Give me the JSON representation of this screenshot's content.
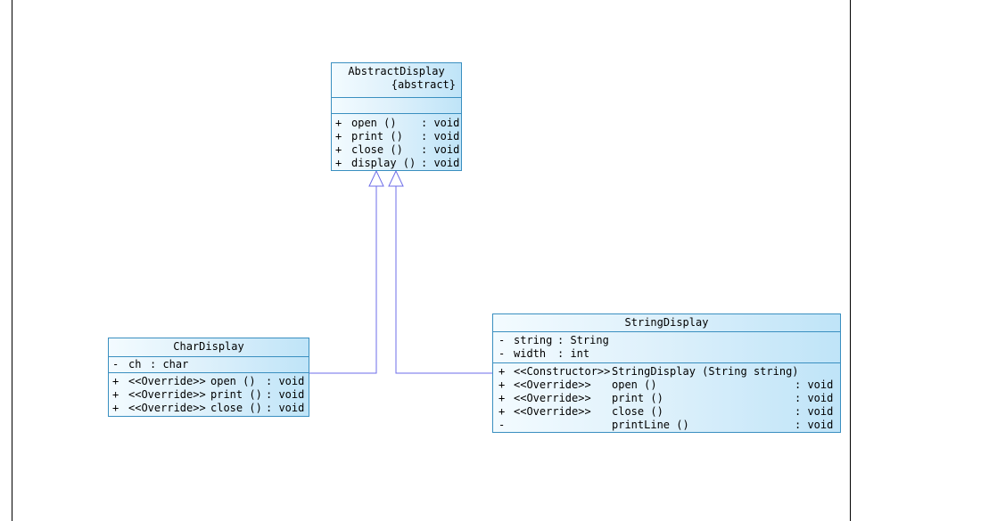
{
  "classes": {
    "abstract_display": {
      "name": "AbstractDisplay",
      "stereotype": "{abstract}",
      "attributes": [],
      "operations": [
        {
          "vis": "+",
          "name": "open ()",
          "type": ": void"
        },
        {
          "vis": "+",
          "name": "print ()",
          "type": ": void"
        },
        {
          "vis": "+",
          "name": "close ()",
          "type": ": void"
        },
        {
          "vis": "+",
          "name": "display ()",
          "type": ": void"
        }
      ]
    },
    "char_display": {
      "name": "CharDisplay",
      "attributes": [
        {
          "vis": "-",
          "name": "ch",
          "type": ": char"
        }
      ],
      "operations": [
        {
          "vis": "+",
          "stereo": "<<Override>>",
          "name": "open ()",
          "type": ": void"
        },
        {
          "vis": "+",
          "stereo": "<<Override>>",
          "name": "print ()",
          "type": ": void"
        },
        {
          "vis": "+",
          "stereo": "<<Override>>",
          "name": "close ()",
          "type": ": void"
        }
      ]
    },
    "string_display": {
      "name": "StringDisplay",
      "attributes": [
        {
          "vis": "-",
          "name": "string",
          "type": ": String"
        },
        {
          "vis": "-",
          "name": "width",
          "type": ": int"
        }
      ],
      "operations": [
        {
          "vis": "+",
          "stereo": "<<Constructor>>",
          "name": "StringDisplay (String string)",
          "type": ""
        },
        {
          "vis": "+",
          "stereo": "<<Override>>",
          "name": "open ()",
          "type": ": void"
        },
        {
          "vis": "+",
          "stereo": "<<Override>>",
          "name": "print ()",
          "type": ": void"
        },
        {
          "vis": "+",
          "stereo": "<<Override>>",
          "name": "close ()",
          "type": ": void"
        },
        {
          "vis": "-",
          "stereo": "",
          "name": "printLine ()",
          "type": ": void"
        }
      ]
    }
  },
  "relations": [
    {
      "kind": "generalization",
      "from": "CharDisplay",
      "to": "AbstractDisplay"
    },
    {
      "kind": "generalization",
      "from": "StringDisplay",
      "to": "AbstractDisplay"
    }
  ],
  "colors": {
    "class_border": "#3a8fc0",
    "connector": "#6e6ee8"
  }
}
